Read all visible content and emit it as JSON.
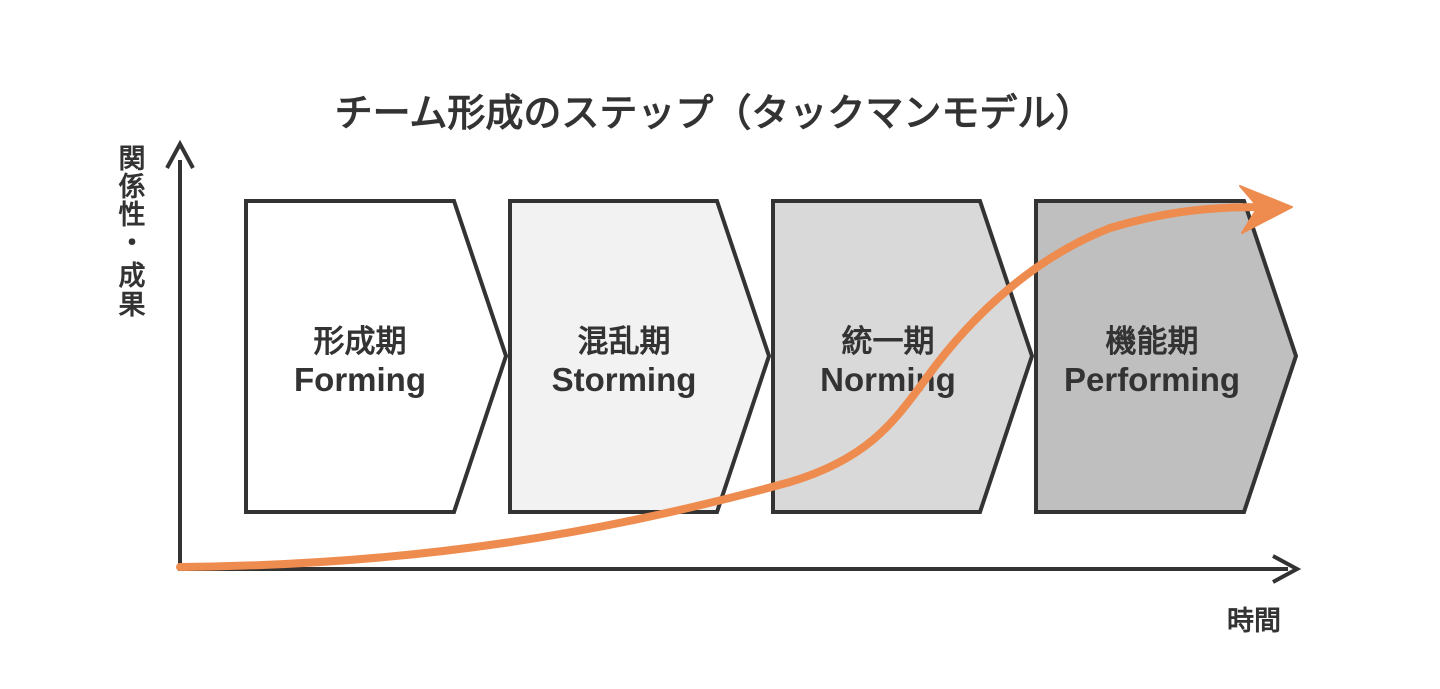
{
  "title": "チーム形成のステップ（タックマンモデル）",
  "y_axis_label": [
    "関",
    "係",
    "性",
    "・",
    "成",
    "果"
  ],
  "x_axis_label": "時間",
  "stages": [
    {
      "name": "形成期",
      "name_en": "Forming",
      "fill": "#ffffff"
    },
    {
      "name": "混乱期",
      "name_en": "Storming",
      "fill": "#f2f2f2"
    },
    {
      "name": "統一期",
      "name_en": "Norming",
      "fill": "#d9d9d9"
    },
    {
      "name": "機能期",
      "name_en": "Performing",
      "fill": "#bfbfbf"
    }
  ],
  "colors": {
    "axis": "#333333",
    "outline": "#333333",
    "text": "#333333",
    "curve": "#ee8b4e"
  }
}
